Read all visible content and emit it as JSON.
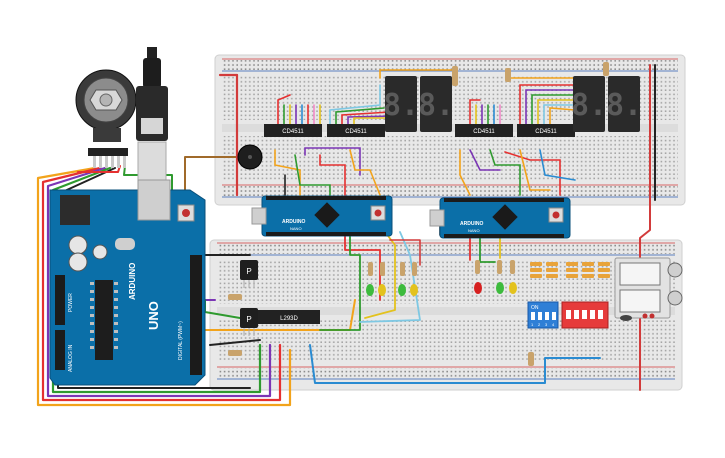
{
  "chips": {
    "decoder_1": "CD4511",
    "decoder_2": "CD4511",
    "decoder_3": "CD4511",
    "decoder_4": "CD4511",
    "driver": "L293D"
  },
  "seven_segment": {
    "digit_1": "8.",
    "digit_2": "8.",
    "digit_3": "8.",
    "digit_4": "8."
  },
  "arduino_uno": {
    "brand": "ARDUINO",
    "model": "UNO",
    "header_digital": "DIGITAL (PWM~)",
    "header_analog": "ANALOG IN",
    "header_power": "POWER"
  },
  "arduino_nano_1": {
    "brand": "ARDUINO",
    "model": "NANO"
  },
  "arduino_nano_2": {
    "brand": "ARDUINO",
    "model": "NANO"
  },
  "dip_switch": {
    "label": "ON",
    "positions": [
      "1",
      "2",
      "3",
      "4"
    ]
  },
  "transistors": {
    "q1": "P",
    "q2": "P"
  },
  "colors": {
    "board_blue": "#0b6fa8",
    "breadboard": "#e9e9e9",
    "rail_red": "#d23b3b",
    "rail_blue": "#2f5fb3",
    "chip_body": "#222222",
    "display_body": "#2a2a2a",
    "led_green": "#3dbb3d",
    "led_red": "#d62020",
    "led_yellow": "#e3c21d",
    "dip_red": "#e63b3b"
  },
  "icons": [
    "rotary-encoder-icon",
    "usb-plug-icon",
    "buzzer-icon",
    "potentiometer-icon",
    "capacitor-icon"
  ]
}
